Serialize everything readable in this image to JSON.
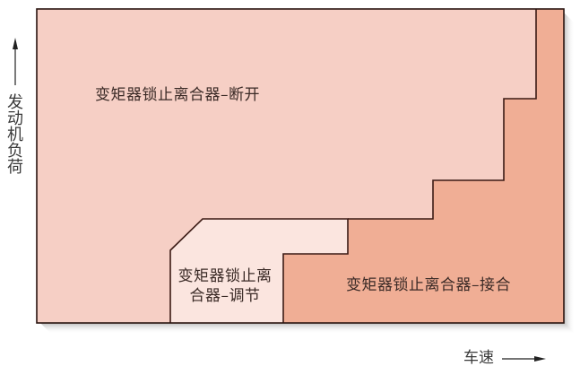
{
  "diagram": {
    "type": "torque-converter-lockup-clutch-operating-map",
    "axes": {
      "y_label": "发动机负荷",
      "x_label": "车速"
    },
    "regions": [
      {
        "id": "open",
        "label": "变矩器锁止离合器–断开",
        "fill": "#F6CFC5"
      },
      {
        "id": "regulating",
        "label_line1": "变矩器锁止离",
        "label_line2": "合器–调节",
        "fill": "#FBE5DF"
      },
      {
        "id": "engaged",
        "label": "变矩器锁止离合器–接合",
        "fill": "#F0AE95"
      }
    ],
    "colors": {
      "outline": "#3b1a14",
      "shadow": "#c9c9c9",
      "arrow": "#222222"
    }
  }
}
